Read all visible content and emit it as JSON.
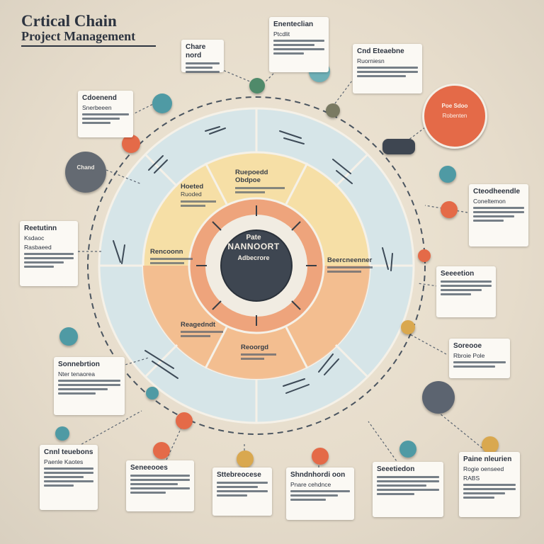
{
  "title": {
    "line1": "Crtical Chain",
    "line2": "Project Management"
  },
  "center": {
    "line1": "Pate",
    "line2": "NANNOORT",
    "line3": "Adbecrore"
  },
  "ring_labels": {
    "top_left": {
      "title": "Hoeted",
      "sub": "Ruoded"
    },
    "top_right": {
      "title": "Ruepoedd Obdpoe"
    },
    "left": {
      "title": "Rencoonn"
    },
    "right": {
      "title": "Beercneenner"
    },
    "bottom_left": {
      "title": "Reagedndt"
    },
    "bottom": {
      "title": "Reoorgd"
    }
  },
  "discs": {
    "gray_left": {
      "text": "Chand"
    },
    "orange_right": {
      "title": "Poe Sdoo",
      "sub": "Robenten"
    }
  },
  "notes": {
    "top_center": {
      "title": "Enenteclian",
      "sub": "Ptcdlit"
    },
    "top_left_small": {
      "title": "Chare nord"
    },
    "top_right": {
      "title": "Cnd Eteaebne",
      "sub": "Ruorniesn"
    },
    "left_upper": {
      "title": "Cdoenend",
      "sub": "Snerbeeen"
    },
    "left_mid": {
      "title": "Reetutinn",
      "sub": "Ksdaoc",
      "sub2": "Rasbaeed"
    },
    "right_upper": {
      "title": "Cteodheendle",
      "sub": "Coneltemon"
    },
    "right_mid": {
      "title": "Seeeetion"
    },
    "right_lower": {
      "title": "Soreooe",
      "sub": "Rbroie Pole"
    },
    "left_lower": {
      "title": "Sonnebrtion",
      "sub": "Nter tenaorea"
    },
    "bottom_far_left": {
      "title": "Cnnl teuebons",
      "sub": "Paenle Kaotes"
    },
    "bottom_left": {
      "title": "Seneeooes"
    },
    "bottom_center": {
      "title": "Sttebreocese"
    },
    "bottom_center_right": {
      "title": "Shndnhordi oon",
      "sub": "Pnare cehdnce"
    },
    "bottom_right": {
      "title": "Seeetiedon"
    },
    "bottom_far_right": {
      "title": "Paine nleurien",
      "sub": "Rogie oenseed",
      "sub2": "RABS"
    }
  },
  "colors": {
    "outer_ring": "#d6e5e8",
    "yellow_ring": "#f6dfa6",
    "orange_ring": "#f2ad84",
    "inner_red_ring": "#e48a63",
    "core": "#3e4651",
    "accent_teal": "#4f9aa4",
    "accent_orange": "#e46a48",
    "accent_gold": "#d9a84f"
  }
}
